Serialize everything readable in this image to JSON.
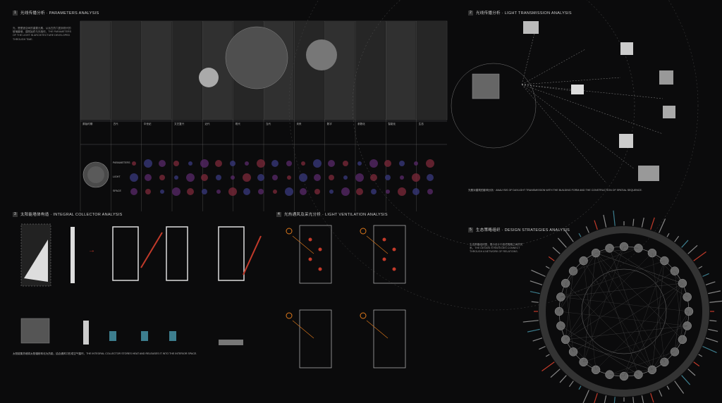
{
  "panels": {
    "p1": {
      "num": "1",
      "title": "光线传播分析 · PARAMETERS ANALYSIS"
    },
    "p2": {
      "num": "2",
      "title": "光线传播分析 · LIGHT TRANSMISSION ANALYSIS"
    },
    "p3": {
      "num": "3",
      "title": "太阳能墙体构造 · INTEGRAL COLLECTOR ANALYSIS"
    },
    "p4": {
      "num": "4",
      "title": "光热通风及采光分析 · LIGHT VENTILATION ANALYSIS"
    },
    "p5": {
      "num": "5",
      "title": "生态策略组织 · DESIGN STRATEGIES ANALYSIS"
    }
  },
  "timeline_headers": [
    "原始时期",
    "古代",
    "中世纪",
    "文艺复兴",
    "近代",
    "现代",
    "当代",
    "未来",
    "数字",
    "参数化",
    "智能化",
    "生态"
  ],
  "row_labels": [
    "PARAMETERS",
    "LIGHT",
    "SPACE"
  ],
  "p1_text": "光，是塑造空间的重要元素，从远古的穴居到现代的玻璃幕墙，建筑始终与光相伴。THE PARAMETERS OF THE LIGHT IN ARCHITECTURE DEVELOPED THROUGH TIME.",
  "p2_caption": "光照对建筑的影响分析 · ANALYSIS OF DAYLIGHT TRANSMISSION WITH THE BUILDING FORM AND THE CONSTRUCTION OF SPATIAL SEQUENCE.",
  "p3_caption": "太阳能集热墙将太阳辐射转化为热能，结合通风口形成空气循环。THE INTEGRAL COLLECTOR STORES HEAT AND RELEASES IT INTO THE INTERIOR SPACE.",
  "p5_text": "生态策略组织图，展示设计中各项策略之间的关系。THE DESIGN STRATEGIES CONNECT THROUGH A NETWORK OF RELATIONS.",
  "colors": {
    "accent_red": "#c23a2a",
    "accent_orange": "#e07a1c",
    "line": "#8f8f8f",
    "teal": "#3d7e8e"
  }
}
